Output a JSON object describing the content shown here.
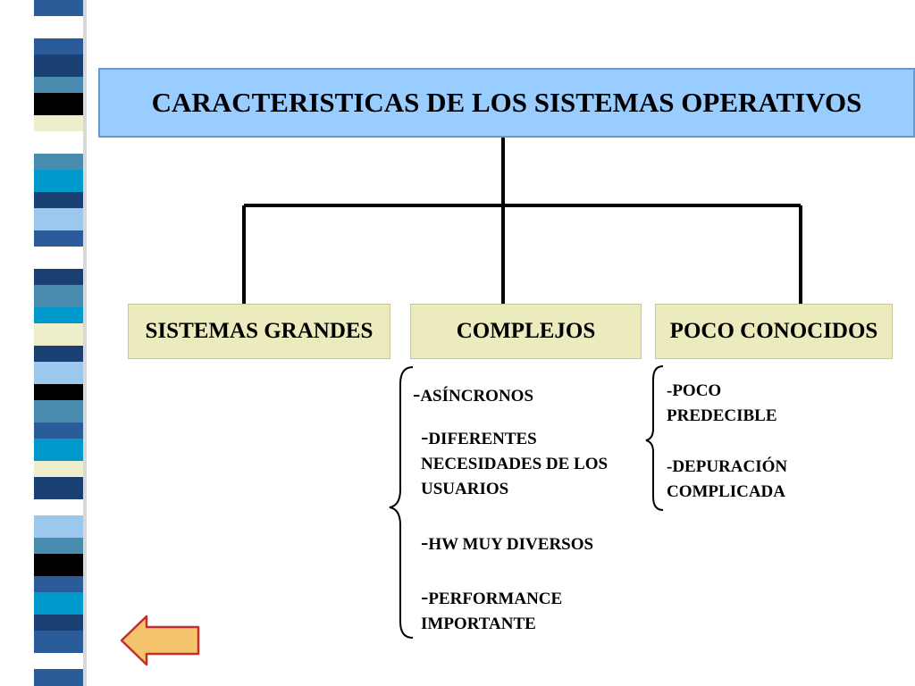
{
  "diagram": {
    "title": "CARACTERISTICAS DE LOS SISTEMAS OPERATIVOS",
    "nodes": [
      {
        "label": "SISTEMAS GRANDES"
      },
      {
        "label": "COMPLEJOS"
      },
      {
        "label": "POCO CONOCIDOS"
      }
    ],
    "complejos_items": [
      {
        "dash": "-",
        "lines": [
          "ASÍNCRONOS"
        ]
      },
      {
        "dash": "-",
        "lines": [
          "DIFERENTES",
          "NECESIDADES DE LOS",
          "USUARIOS"
        ]
      },
      {
        "dash": "-",
        "lines": [
          "HW MUY DIVERSOS"
        ]
      },
      {
        "dash": "-",
        "lines": [
          "PERFORMANCE",
          "IMPORTANTE"
        ]
      }
    ],
    "poco_conocidos_items": [
      {
        "lines": [
          "-POCO",
          "PREDECIBLE"
        ]
      },
      {
        "lines": [
          "-DEPURACIÓN",
          "COMPLICADA"
        ]
      }
    ]
  },
  "colors": {
    "title_fill": "#99ccff",
    "node_fill": "#ecebbd",
    "arrow_fill": "#f7c46e",
    "stripe_palette": [
      "#2a5c9a",
      "#ffffff",
      "#000000",
      "#eeeecc",
      "#4a8cb0",
      "#0099cc",
      "#1a3f73",
      "#9cc8ee"
    ]
  },
  "icons": {
    "back": "left-arrow-icon"
  }
}
